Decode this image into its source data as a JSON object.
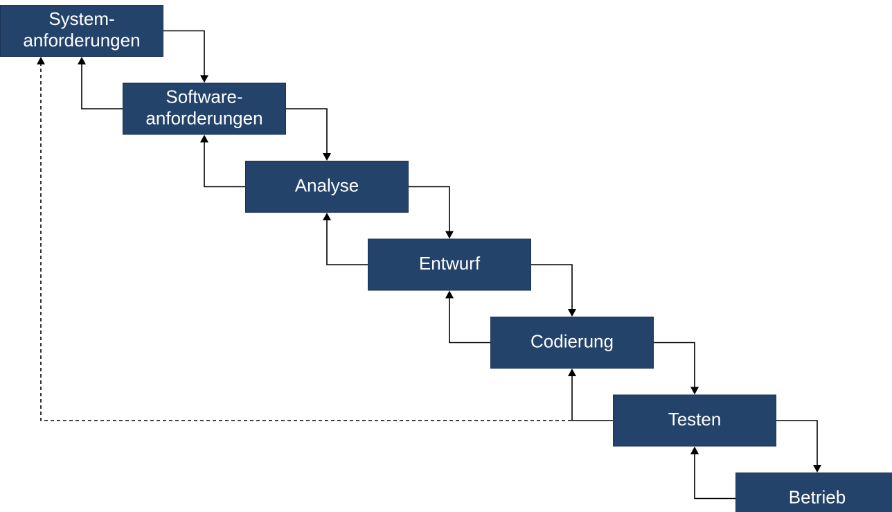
{
  "diagram": {
    "phases": [
      {
        "id": "systemanforderungen",
        "lines": [
          "System-",
          "anforderungen"
        ]
      },
      {
        "id": "softwareanforderungen",
        "lines": [
          "Software-",
          "anforderungen"
        ]
      },
      {
        "id": "analyse",
        "lines": [
          "Analyse"
        ]
      },
      {
        "id": "entwurf",
        "lines": [
          "Entwurf"
        ]
      },
      {
        "id": "codierung",
        "lines": [
          "Codierung"
        ]
      },
      {
        "id": "testen",
        "lines": [
          "Testen"
        ]
      },
      {
        "id": "betrieb",
        "lines": [
          "Betrieb"
        ]
      }
    ],
    "connections": [
      {
        "from": "systemanforderungen",
        "to": "softwareanforderungen",
        "kind": "forward"
      },
      {
        "from": "softwareanforderungen",
        "to": "analyse",
        "kind": "forward"
      },
      {
        "from": "analyse",
        "to": "entwurf",
        "kind": "forward"
      },
      {
        "from": "entwurf",
        "to": "codierung",
        "kind": "forward"
      },
      {
        "from": "codierung",
        "to": "testen",
        "kind": "forward"
      },
      {
        "from": "testen",
        "to": "betrieb",
        "kind": "forward"
      },
      {
        "from": "softwareanforderungen",
        "to": "systemanforderungen",
        "kind": "back"
      },
      {
        "from": "analyse",
        "to": "softwareanforderungen",
        "kind": "back"
      },
      {
        "from": "entwurf",
        "to": "analyse",
        "kind": "back"
      },
      {
        "from": "codierung",
        "to": "entwurf",
        "kind": "back"
      },
      {
        "from": "testen",
        "to": "codierung",
        "kind": "back"
      },
      {
        "from": "betrieb",
        "to": "testen",
        "kind": "back"
      },
      {
        "from": "testen",
        "to": "systemanforderungen",
        "kind": "feedback"
      }
    ],
    "colors": {
      "box_fill": "#23436a",
      "box_text": "#ffffff",
      "line": "#000000"
    }
  }
}
